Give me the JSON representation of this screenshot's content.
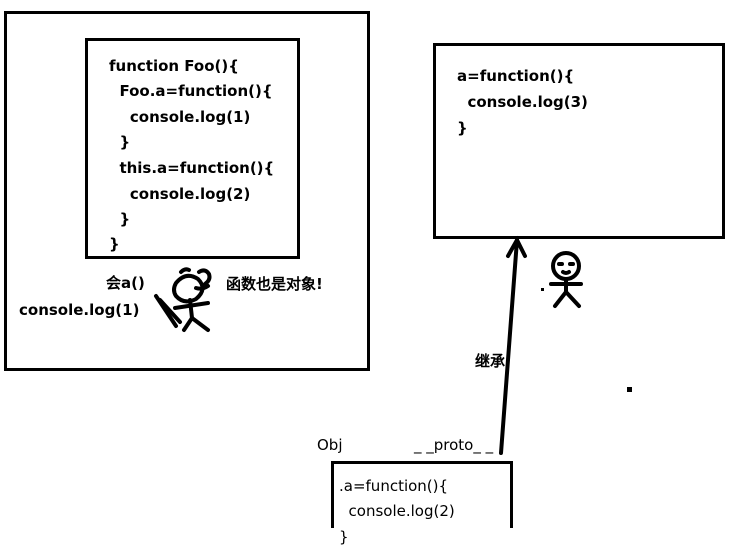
{
  "left_panel": {
    "code_lines": [
      "function Foo(){",
      "  Foo.a=function(){",
      "    console.log(1)",
      "  }",
      "  this.a=function(){",
      "    console.log(2)",
      "  }",
      "}"
    ],
    "call_label": "会a()",
    "output_label": "console.log(1)",
    "remark": "函数也是对象!"
  },
  "prototype_box": {
    "code_lines": [
      "a=function(){",
      "  console.log(3)",
      "}"
    ]
  },
  "inherit_label": "继承",
  "obj_label": "Obj",
  "proto_label": "_ _proto_ _",
  "obj_box": {
    "code_lines": [
      ".a=function(){",
      "  console.log(2)",
      "}"
    ]
  }
}
